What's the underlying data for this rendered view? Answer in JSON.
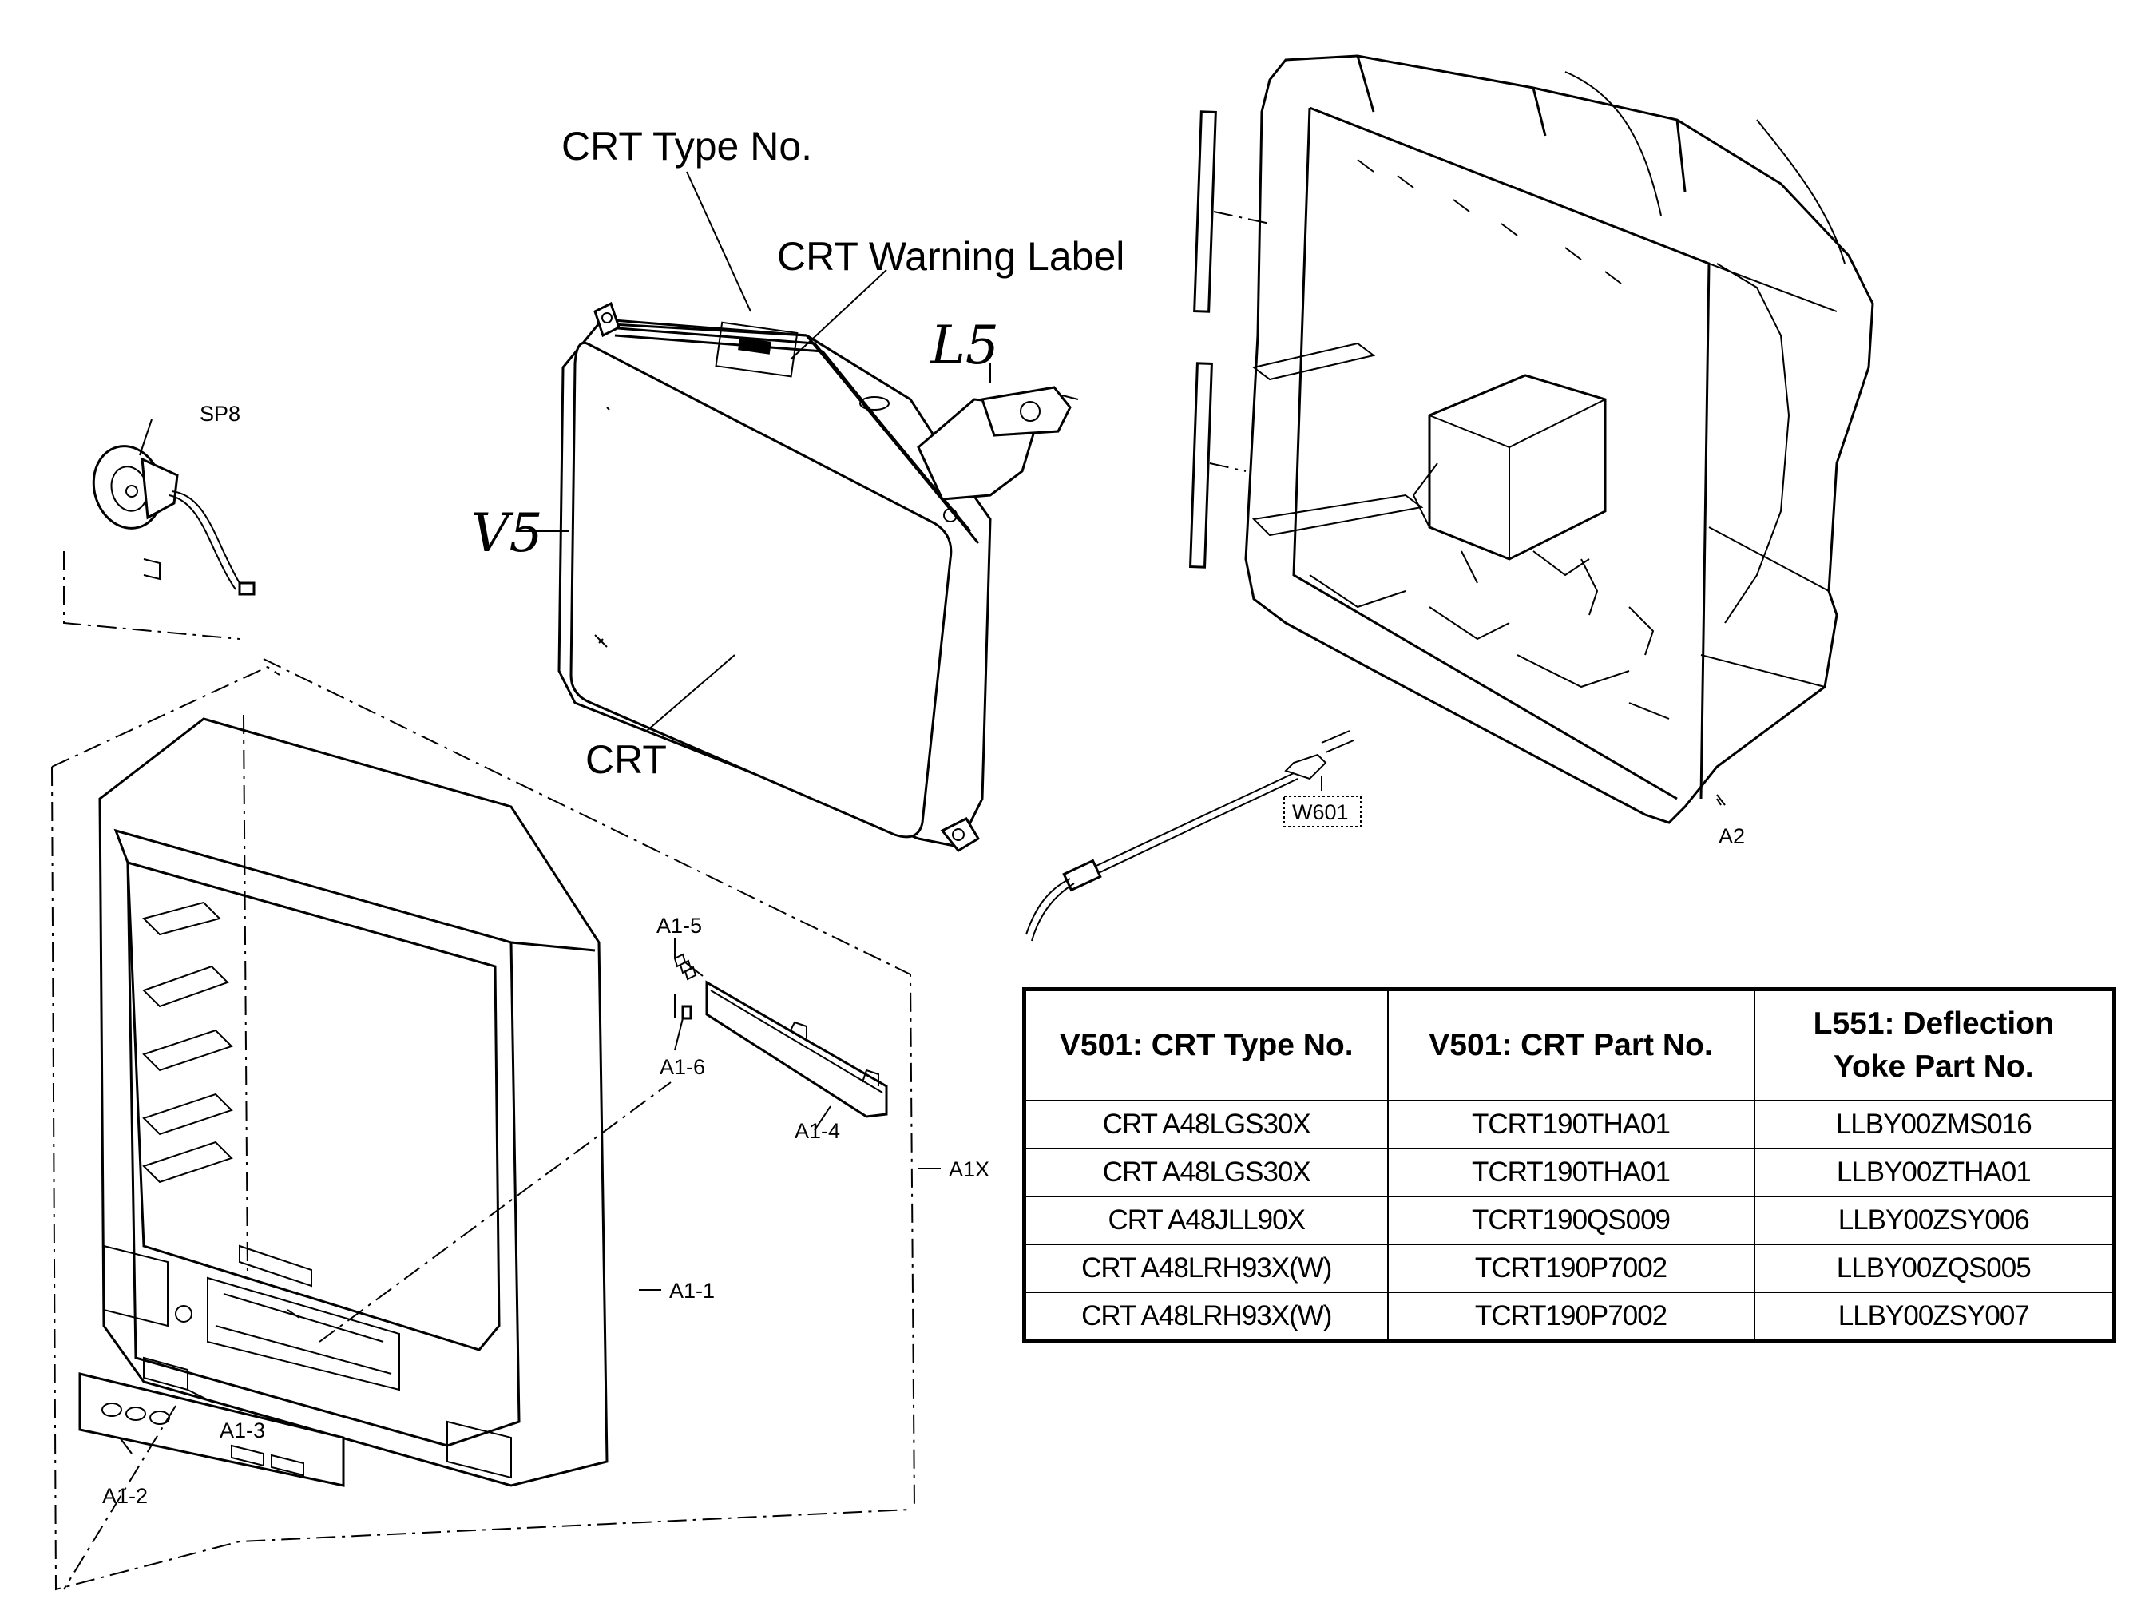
{
  "labels": {
    "crt_type_no": "CRT Type No.",
    "crt_warning_label": "CRT Warning Label",
    "l5": "L5",
    "v5": "V5",
    "crt": "CRT",
    "sp8": "SP8",
    "w601": "W601",
    "a2": "A2",
    "a1_5": "A1-5",
    "a1_6": "A1-6",
    "a1_4": "A1-4",
    "a1x": "A1X",
    "a1_1": "A1-1",
    "a1_3": "A1-3",
    "a1_2": "A1-2"
  },
  "table": {
    "headers": [
      "V501: CRT Type No.",
      "V501: CRT Part No.",
      [
        "L551: Deflection",
        "Yoke Part No."
      ]
    ],
    "rows": [
      [
        "CRT A48LGS30X",
        "TCRT190THA01",
        "LLBY00ZMS016"
      ],
      [
        "CRT A48LGS30X",
        "TCRT190THA01",
        "LLBY00ZTHA01"
      ],
      [
        "CRT A48JLL90X",
        "TCRT190QS009",
        "LLBY00ZSY006"
      ],
      [
        "CRT A48LRH93X(W)",
        "TCRT190P7002",
        "LLBY00ZQS005"
      ],
      [
        "CRT A48LRH93X(W)",
        "TCRT190P7002",
        "LLBY00ZSY007"
      ]
    ]
  }
}
